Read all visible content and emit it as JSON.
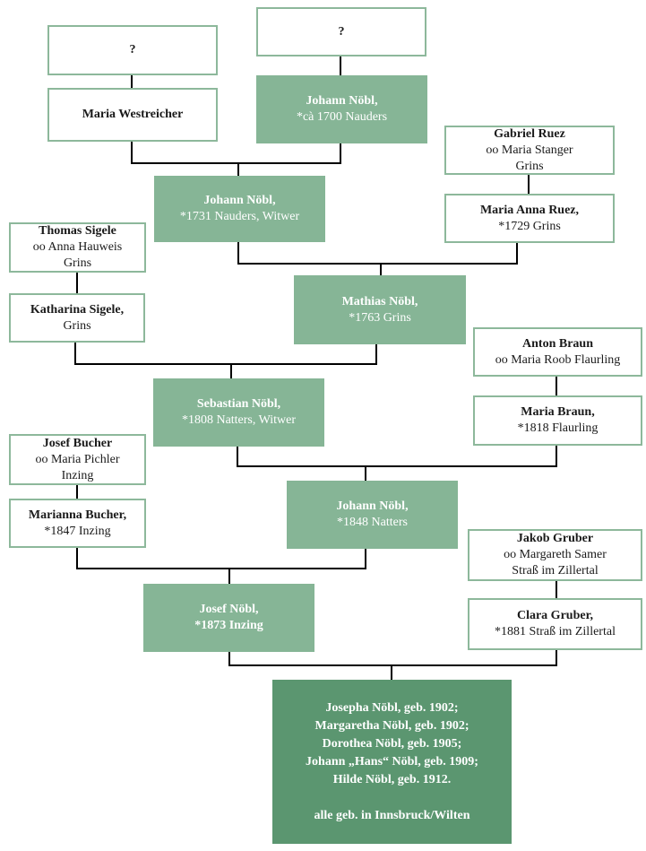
{
  "nodes": {
    "unknown_left": {
      "name": "?"
    },
    "unknown_right": {
      "name": "?"
    },
    "maria_westreicher": {
      "name": "Maria Westreicher"
    },
    "johann_1700": {
      "name": "Johann Nöbl,",
      "detail": "*cà 1700 Nauders"
    },
    "gabriel_ruez": {
      "name": "Gabriel Ruez",
      "detail": "oo Maria Stanger",
      "place": "Grins"
    },
    "johann_1731": {
      "name": "Johann Nöbl,",
      "detail": "*1731 Nauders, Witwer"
    },
    "maria_anna_ruez": {
      "name": "Maria Anna Ruez,",
      "detail": "*1729 Grins"
    },
    "thomas_sigele": {
      "name": "Thomas Sigele",
      "detail": "oo Anna Hauweis",
      "place": "Grins"
    },
    "katharina_sigele": {
      "name": "Katharina Sigele,",
      "detail": "Grins"
    },
    "mathias_1763": {
      "name": "Mathias Nöbl,",
      "detail": "*1763 Grins"
    },
    "anton_braun": {
      "name": "Anton Braun",
      "detail": "oo Maria Roob Flaurling"
    },
    "sebastian_1808": {
      "name": "Sebastian Nöbl,",
      "detail": "*1808 Natters, Witwer"
    },
    "maria_braun": {
      "name": "Maria Braun,",
      "detail": "*1818 Flaurling"
    },
    "josef_bucher": {
      "name": "Josef Bucher",
      "detail": "oo Maria Pichler",
      "place": "Inzing"
    },
    "marianna_bucher": {
      "name": "Marianna Bucher,",
      "detail": "*1847 Inzing"
    },
    "johann_1848": {
      "name": "Johann Nöbl,",
      "detail": "*1848 Natters"
    },
    "jakob_gruber": {
      "name": "Jakob Gruber",
      "detail": "oo Margareth Samer",
      "place": "Straß im Zillertal"
    },
    "josef_1873": {
      "name": "Josef Nöbl,",
      "detail": "*1873 Inzing"
    },
    "clara_gruber": {
      "name": "Clara Gruber,",
      "detail": "*1881 Straß im Zillertal"
    },
    "children": {
      "lines": [
        "Josepha Nöbl, geb. 1902;",
        "Margaretha Nöbl, geb. 1902;",
        "Dorothea Nöbl, geb. 1905;",
        "Johann „Hans“ Nöbl, geb. 1909;",
        "Hilde Nöbl, geb. 1912.",
        "",
        "alle geb. in Innsbruck/Wilten"
      ]
    }
  },
  "colors": {
    "box_border": "#8db89b",
    "box_fill": "#86b596",
    "box_fill_dark": "#5b9670",
    "connector": "#000000"
  }
}
